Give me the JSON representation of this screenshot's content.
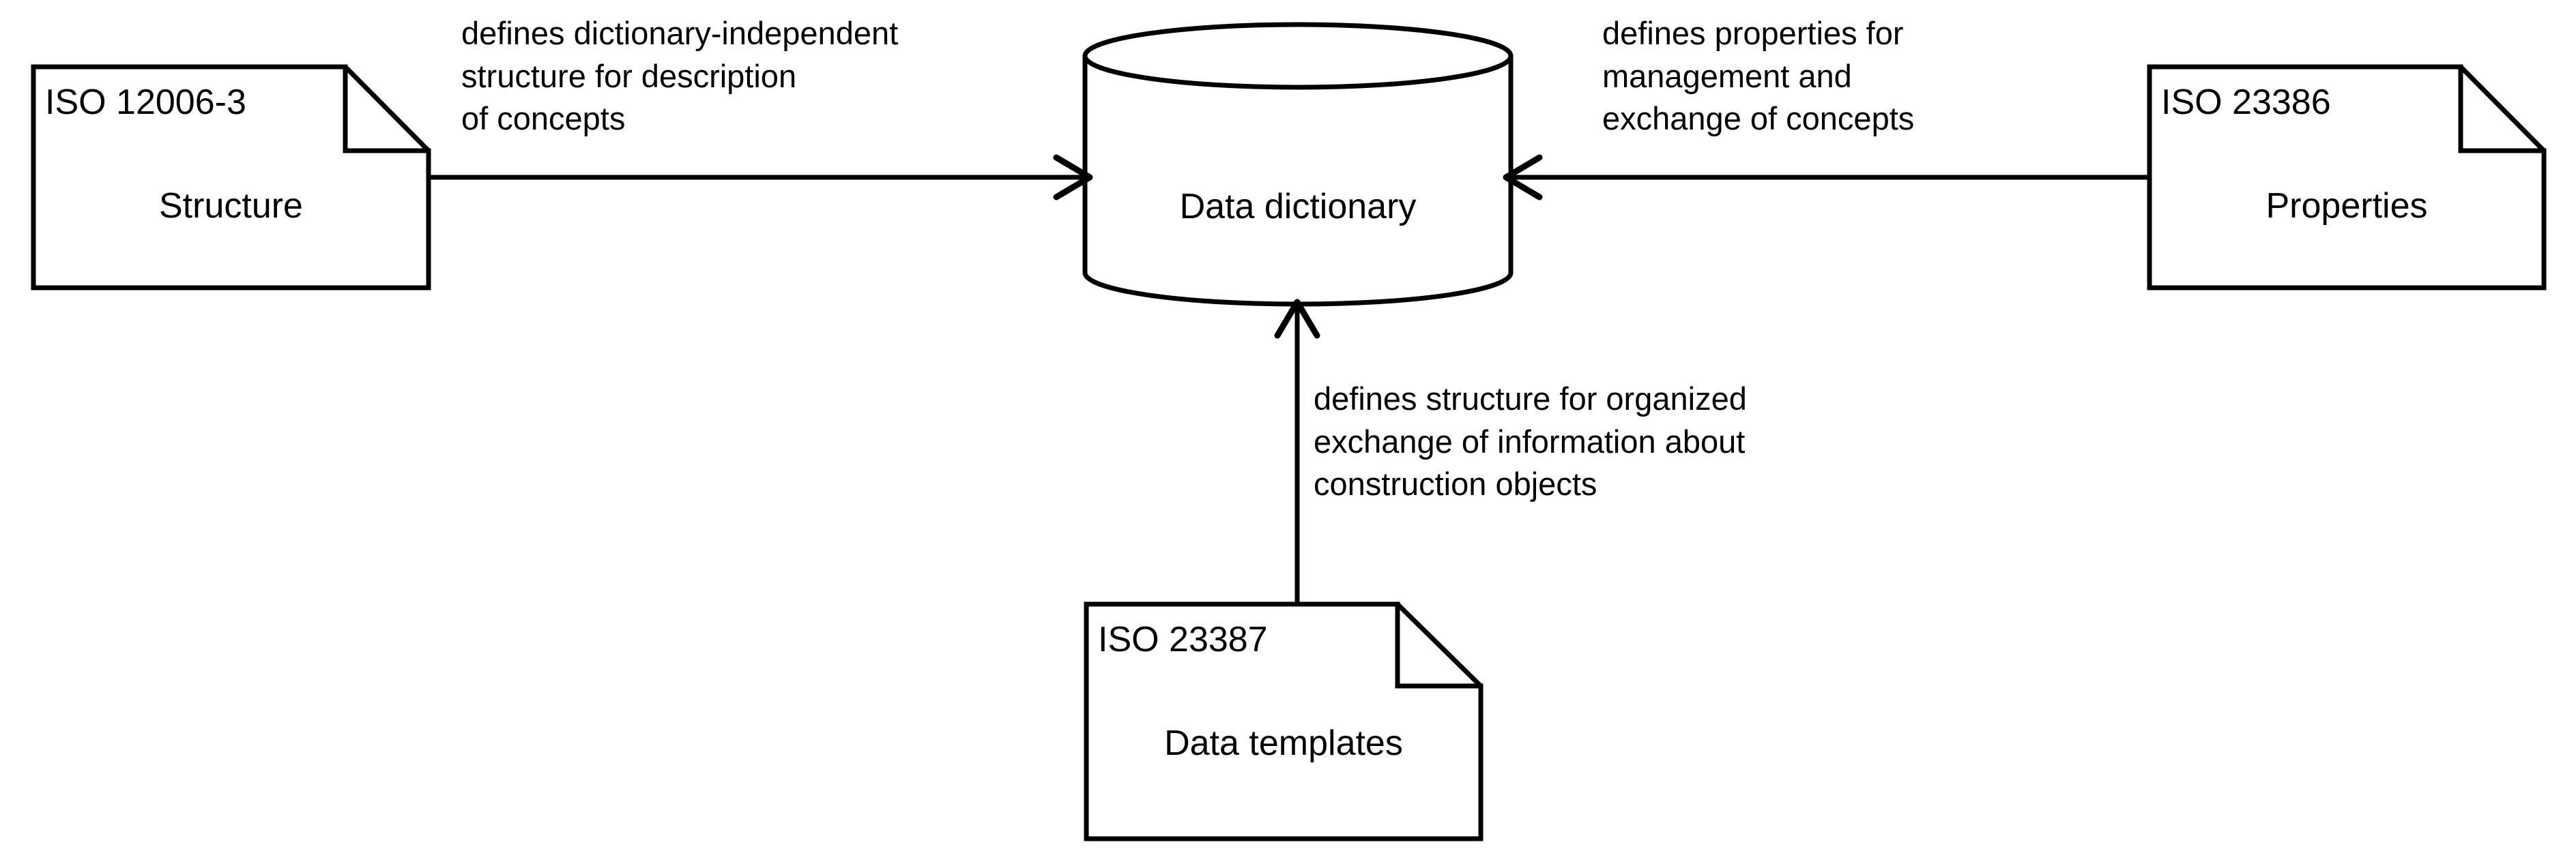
{
  "diagram": {
    "title": "ISO standards relationship to data dictionary",
    "background_color": "#ffffff",
    "stroke_color": "#000000",
    "nodes": {
      "iso_12006_3": {
        "id_label": "ISO 12006-3",
        "name_label": "Structure",
        "shape": "document-folded-corner"
      },
      "iso_23386": {
        "id_label": "ISO 23386",
        "name_label": "Properties",
        "shape": "document-folded-corner"
      },
      "iso_23387": {
        "id_label": "ISO 23387",
        "name_label": "Data templates",
        "shape": "document-folded-corner"
      },
      "data_dictionary": {
        "label": "Data dictionary",
        "shape": "cylinder-database"
      }
    },
    "edges": {
      "structure_to_dictionary": {
        "label": "defines dictionary-independent\nstructure for description\nof concepts",
        "direction": "left-to-right",
        "arrowhead": "open-v"
      },
      "properties_to_dictionary": {
        "label": "defines properties for\nmanagement and\nexchange of concepts",
        "direction": "right-to-left",
        "arrowhead": "open-v"
      },
      "templates_to_dictionary": {
        "label": "defines structure for organized\nexchange of information about\nconstruction objects",
        "direction": "bottom-to-top",
        "arrowhead": "open-v"
      }
    }
  }
}
